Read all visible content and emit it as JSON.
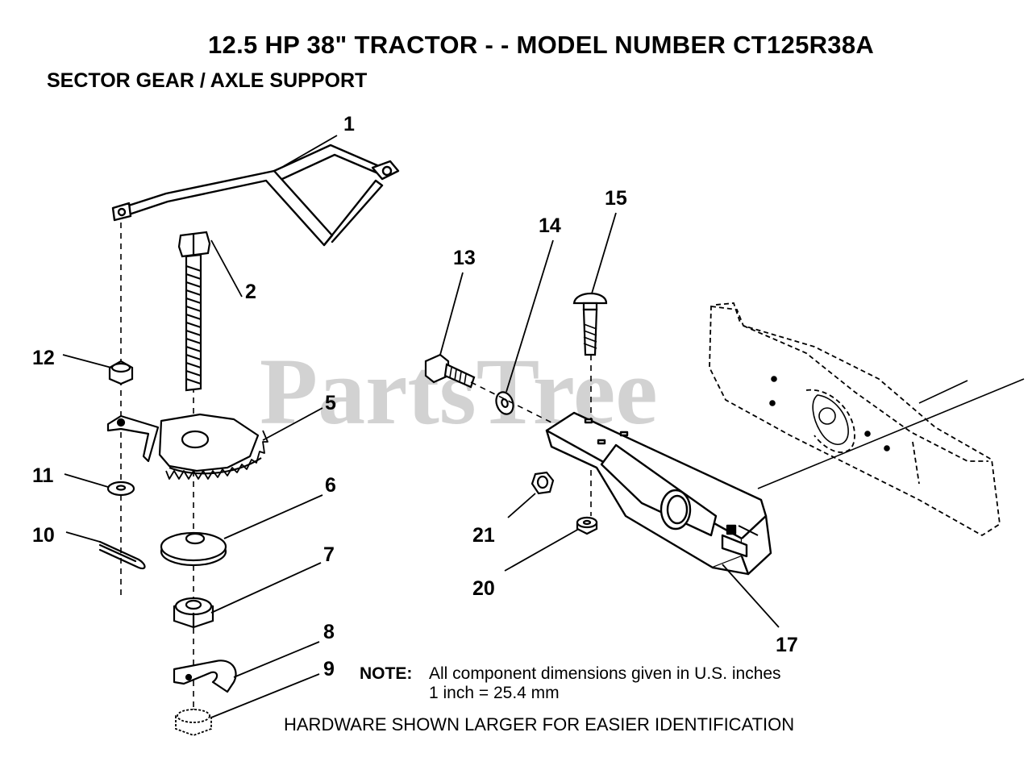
{
  "title": "12.5 HP 38\" TRACTOR - - MODEL NUMBER CT125R38A",
  "subtitle": "SECTOR GEAR / AXLE SUPPORT",
  "watermark": "PartsTree",
  "callouts": {
    "c1": "1",
    "c2": "2",
    "c5": "5",
    "c6": "6",
    "c7": "7",
    "c8": "8",
    "c9": "9",
    "c10": "10",
    "c11": "11",
    "c12": "12",
    "c13": "13",
    "c14": "14",
    "c15": "15",
    "c17": "17",
    "c20": "20",
    "c21": "21"
  },
  "note": {
    "label": "NOTE:",
    "line1": "All component dimensions given in U.S. inches",
    "line2": "1 inch = 25.4 mm"
  },
  "hardware_note": "HARDWARE SHOWN LARGER FOR EASIER IDENTIFICATION",
  "colors": {
    "line": "#000000",
    "watermark": "#d2d2d2",
    "background": "#ffffff"
  }
}
